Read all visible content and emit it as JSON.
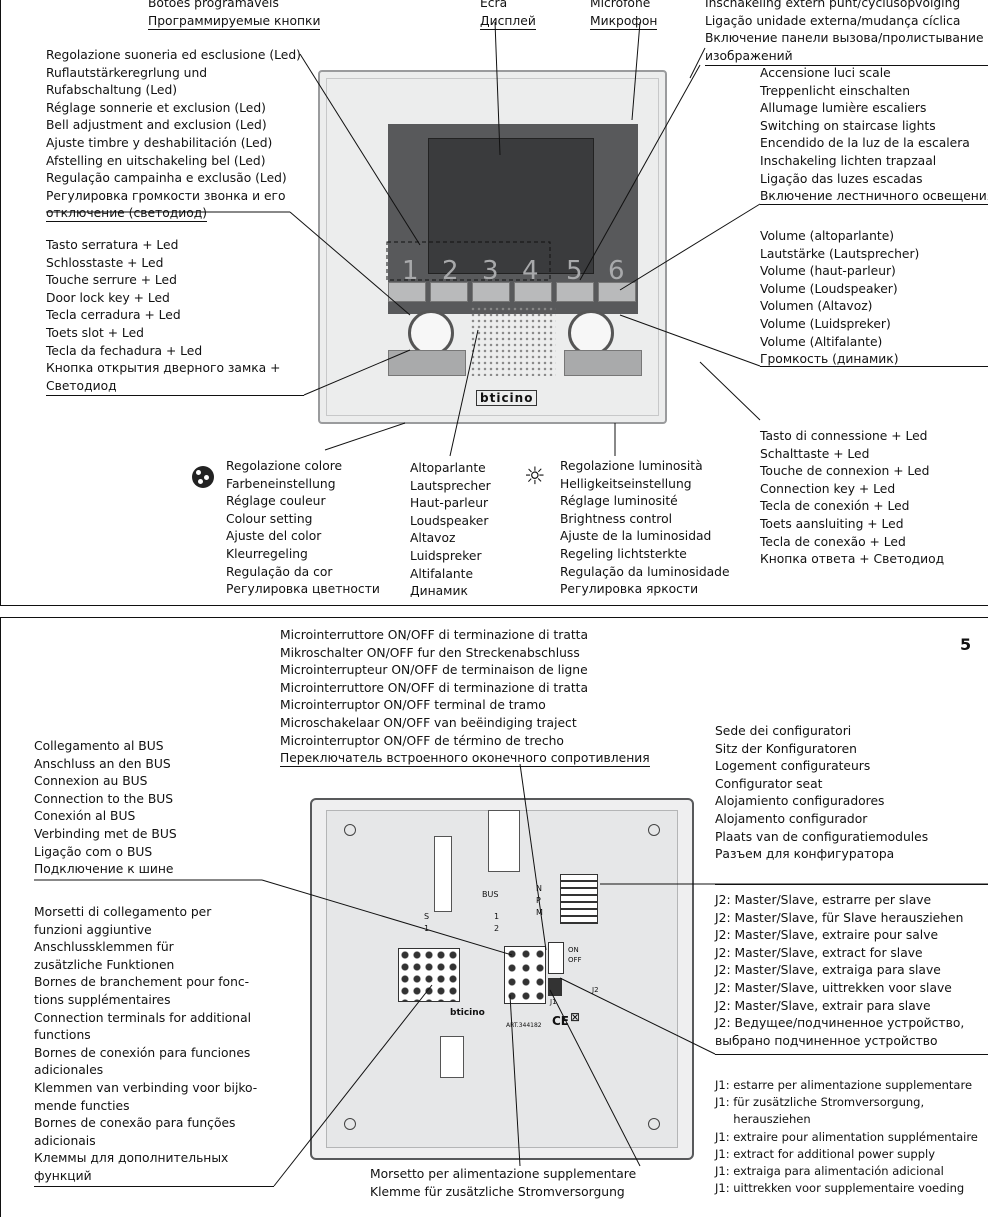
{
  "page_number": "5",
  "top_labels": {
    "buttons": [
      "Botões programáveis",
      "Программируемые кнопки"
    ],
    "display": [
      "Ecrã",
      "Дисплей"
    ],
    "microphone": [
      "Microfone",
      "Микрофон"
    ],
    "external_unit": [
      "Inschakeling extern punt/cyclusopvolging",
      "Ligação unidade externa/mudança cíclica",
      "Включение панели вызова/пролистывание",
      "изображений"
    ]
  },
  "bell_adjust": [
    "Regolazione suoneria ed esclusione (Led)",
    "Ruflautstärkeregrlung und",
    "Rufabschaltung (Led)",
    "Réglage sonnerie et exclusion (Led)",
    "Bell adjustment and exclusion (Led)",
    "Ajuste timbre y deshabilitación (Led)",
    "Afstelling en uitschakeling bel (Led)",
    "Regulação campainha e exclusão (Led)",
    "Регулировка громкости звонка и его",
    "отключение (светодиод)"
  ],
  "staircase": [
    "Accensione luci scale",
    "Treppenlicht einschalten",
    "Allumage lumière escaliers",
    "Switching on staircase lights",
    "Encendido de la luz de la escalera",
    "Inschakeling lichten trapzaal",
    "Ligação das luzes escadas",
    "Включение лестничного освещения"
  ],
  "door_lock": [
    "Tasto serratura + Led",
    "Schlosstaste + Led",
    "Touche serrure + Led",
    "Door lock key + Led",
    "Tecla cerradura + Led",
    "Toets slot + Led",
    "Tecla da fechadura + Led",
    "Кнопка открытия дверного замка +",
    "Светодиод"
  ],
  "volume": [
    "Volume (altoparlante)",
    "Lautstärke (Lautsprecher)",
    "Volume (haut-parleur)",
    "Volume (Loudspeaker)",
    "Volumen (Altavoz)",
    "Volume (Luidspreker)",
    "Volume (Altifalante)",
    "Громкость (динамик)"
  ],
  "connection_key": [
    "Tasto di connessione + Led",
    "Schalttaste + Led",
    "Touche de connexion + Led",
    "Connection key + Led",
    "Tecla de conexión + Led",
    "Toets aansluiting + Led",
    "Tecla de conexão + Led",
    "Кнопка ответа + Светодиод"
  ],
  "colour": [
    "Regolazione colore",
    "Farbeneinstellung",
    "Réglage couleur",
    "Colour setting",
    "Ajuste del color",
    "Kleurregeling",
    "Regulação da cor",
    "Регулировка цветности"
  ],
  "speaker": [
    "Altoparlante",
    "Lautsprecher",
    "Haut-parleur",
    "Loudspeaker",
    "Altavoz",
    "Luidspreker",
    "Altifalante",
    "Динамик"
  ],
  "brightness": [
    "Regolazione luminosità",
    "Helligkeitseinstellung",
    "Réglage luminosité",
    "Brightness control",
    "Ajuste de la luminosidad",
    "Regeling lichtsterkte",
    "Regulação da luminosidade",
    "Регулировка яркости"
  ],
  "device_front": {
    "keys": [
      "1",
      "2",
      "3",
      "4",
      "5",
      "6"
    ],
    "brand": "bticino"
  },
  "microswitch": [
    "Microinterruttore ON/OFF di terminazione di tratta",
    "Mikroschalter ON/OFF fur den Streckenabschluss",
    "Microinterrupteur ON/OFF de terminaison de ligne",
    "Microinterruttore ON/OFF di terminazione di tratta",
    "Microinterruptor ON/OFF terminal de tramo",
    "Microschakelaar ON/OFF van beëindiging traject",
    "Microinterruptor ON/OFF de término de trecho",
    "Переключатель встроенного оконечного сопротивления"
  ],
  "bus": [
    "Collegamento al BUS",
    "Anschluss an den BUS",
    "Connexion au BUS",
    "Connection to the BUS",
    "Conexión al BUS",
    "Verbinding met de BUS",
    "Ligação com o BUS",
    "Подключение к шине"
  ],
  "configurator": [
    "Sede dei configuratori",
    "Sitz der Konfiguratoren",
    "Logement configurateurs",
    "Configurator seat",
    "Alojamiento configuradores",
    "Alojamento configurador",
    "Plaats van de configuratiemodules",
    "Разъем для конфигуратора"
  ],
  "terminals": [
    "Morsetti di collegamento per",
    "funzioni aggiuntive",
    "Anschlussklemmen für",
    "zusätzliche Funktionen",
    "Bornes de branchement pour fonc-",
    "tions supplémentaires",
    "Connection terminals for additional",
    "functions",
    "Bornes de conexión para funciones",
    "adicionales",
    "Klemmen van verbinding voor bijko-",
    "mende functies",
    "Bornes de conexão para funções",
    "adicionais",
    "Клеммы для дополнительных",
    "функций"
  ],
  "j2": [
    "J2: Master/Slave, estrarre per slave",
    "J2: Master/Slave, für Slave herausziehen",
    "J2: Master/Slave, extraire pour salve",
    "J2: Master/Slave, extract for slave",
    "J2: Master/Slave, extraiga para slave",
    "J2: Master/Slave, uittrekken voor slave",
    "J2: Master/Slave, extrair para slave",
    "J2: Ведущее/подчиненное устройство,",
    "выбрано подчиненное устройство"
  ],
  "j1": [
    "J1: estarre per alimentazione supplementare",
    "J1: für zusätzliche Stromversorgung,",
    "     herausziehen",
    "J1: extraire pour alimentation supplémentaire",
    "J1: extract for additional power supply",
    "J1: extraiga para alimentación adicional",
    "J1: uittrekken voor supplementaire voeding"
  ],
  "power_terminal": [
    "Morsetto per alimentazione supplementare",
    "Klemme für zusätzliche Stromversorgung"
  ],
  "device_back": {
    "bus_label": "BUS",
    "pins": [
      "1",
      "2"
    ],
    "left_pins": [
      "S",
      "1"
    ],
    "switch_labels": [
      "ON",
      "OFF"
    ],
    "jumper_labels": [
      "J1",
      "J2"
    ],
    "conf_letters": [
      "N",
      "P",
      "M"
    ],
    "brand": "bticino",
    "art": "ART.344182",
    "ce": "CE"
  }
}
